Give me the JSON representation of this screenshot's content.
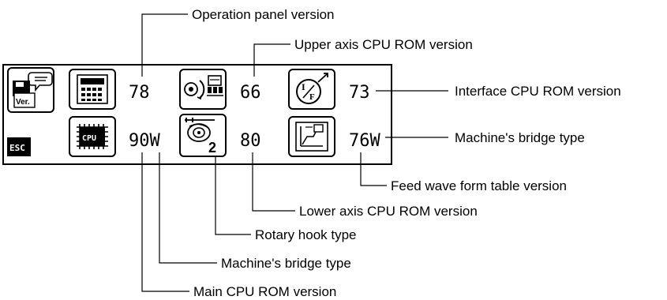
{
  "screen": {
    "values": {
      "operation_panel": "78",
      "upper_axis_cpu": "66",
      "interface_cpu": "73",
      "main_cpu": "90W",
      "lower_axis_cpu": "80",
      "feed_wave": "76W",
      "rotary_hook_digit": "2"
    },
    "esc_label": "ESC",
    "version_icon_label": "Ver.",
    "cpu_icon_label": "CPU"
  },
  "callouts": {
    "operation_panel": "Operation panel version",
    "upper_axis": "Upper axis CPU ROM version",
    "interface": "Interface CPU ROM version",
    "bridge_right": "Machine's bridge type",
    "feed_wave": "Feed wave form table version",
    "lower_axis": "Lower axis CPU ROM version",
    "rotary_hook": "Rotary hook type",
    "bridge_bottom": "Machine's bridge type",
    "main_cpu": "Main CPU ROM version"
  }
}
